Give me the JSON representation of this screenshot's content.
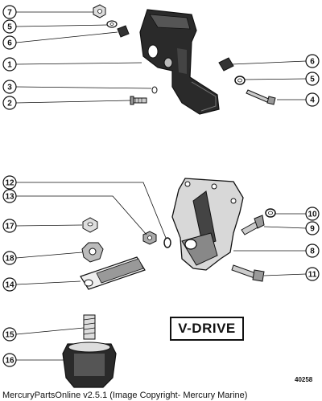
{
  "callouts_upper": [
    "7",
    "5",
    "6",
    "1",
    "3",
    "2",
    "6",
    "5",
    "4"
  ],
  "callouts_lower": [
    "12",
    "13",
    "17",
    "18",
    "14",
    "15",
    "16",
    "10",
    "9",
    "8",
    "11"
  ],
  "panel_label": "V-DRIVE",
  "figure_number": "40258",
  "footer_text": "MercuryPartsOnline v2.5.1 (Image Copyright- Mercury Marine)",
  "colors": {
    "ink": "#111111",
    "metal_dark": "#2a2a2a",
    "metal_light": "#d8d8d8",
    "paper": "#ffffff"
  }
}
